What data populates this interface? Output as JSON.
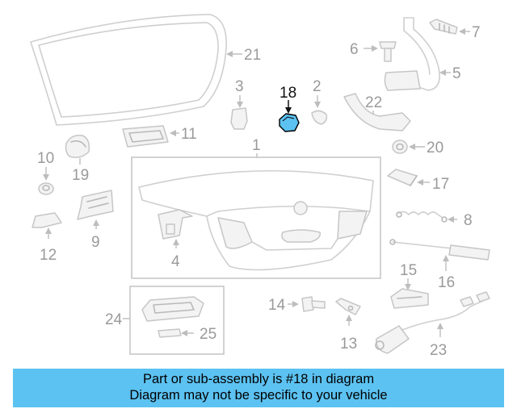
{
  "callouts": {
    "c1": "1",
    "c2": "2",
    "c3": "3",
    "c4": "4",
    "c5": "5",
    "c6": "6",
    "c7": "7",
    "c8": "8",
    "c9": "9",
    "c10": "10",
    "c11": "11",
    "c12": "12",
    "c13": "13",
    "c14": "14",
    "c15": "15",
    "c16": "16",
    "c17": "17",
    "c18": "18",
    "c19": "19",
    "c20": "20",
    "c21": "21",
    "c22": "22",
    "c23": "23",
    "c24": "24",
    "c25": "25"
  },
  "highlight": {
    "part": "18",
    "color": "#5cc2f2"
  },
  "banner": {
    "line1": "Part or sub-assembly is #18 in diagram",
    "line2": "Diagram may not be specific to your vehicle",
    "color": "#5cc2f2"
  }
}
